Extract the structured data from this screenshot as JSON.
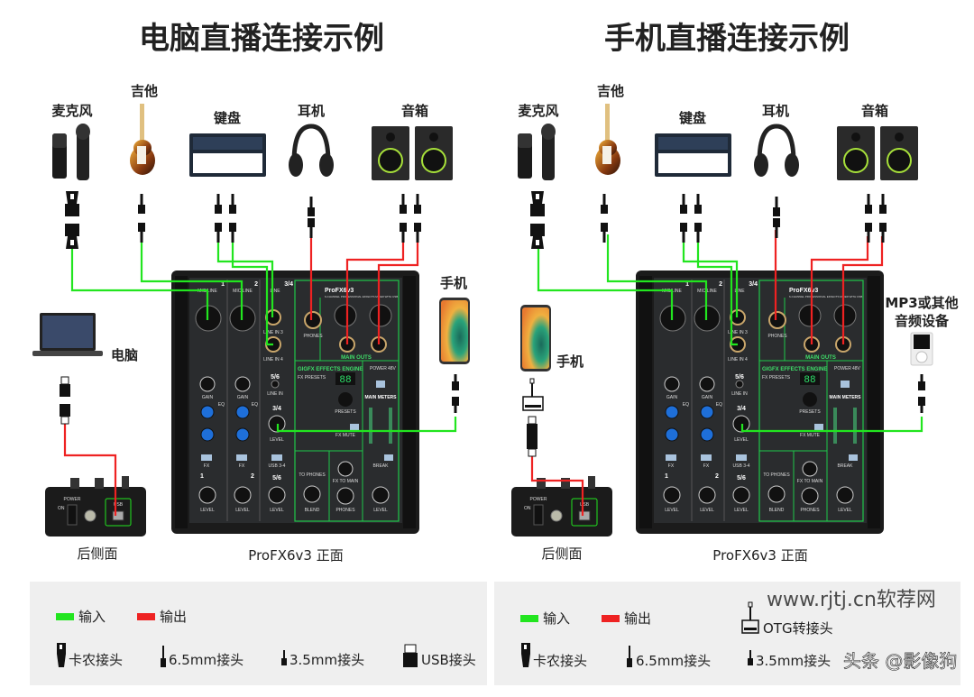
{
  "left": {
    "title": "电脑直播连接示例",
    "mic": "麦克风",
    "guitar": "吉他",
    "keyboard": "键盘",
    "headphones": "耳机",
    "speakers": "音箱",
    "computer": "电脑",
    "phone": "手机",
    "rear": "后侧面",
    "caption": "ProFX6v3 正面"
  },
  "right": {
    "title": "手机直播连接示例",
    "mic": "麦克风",
    "guitar": "吉他",
    "keyboard": "键盘",
    "headphones": "耳机",
    "speakers": "音箱",
    "phone": "手机",
    "mp3_line1": "MP3或其他",
    "mp3_line2": "音频设备",
    "rear": "后侧面",
    "caption": "ProFX6v3 正面"
  },
  "legend_left": {
    "input": "输入",
    "output": "输出",
    "xlr": "卡农接头",
    "jack65": "6.5mm接头",
    "jack35": "3.5mm接头",
    "usb": "USB接头"
  },
  "legend_right": {
    "input": "输入",
    "output": "输出",
    "otg": "OTG转接头",
    "xlr": "卡农接头",
    "jack65": "6.5mm接头",
    "jack35": "3.5mm接头"
  },
  "mixer": {
    "brand": "ProFX6v3",
    "subtitle": "6-CHANNEL PROFESSIONAL EFFECTS MIXER WITH USB",
    "ch1": "1",
    "ch2": "2",
    "ch34": "3/4",
    "ch56": "5/6",
    "mic_line": "MIC/LINE",
    "line": "LINE",
    "line_in_3": "LINE IN 3",
    "line_in_4": "LINE IN 4",
    "line_in": "LINE IN",
    "phones": "PHONES",
    "main_outs": "MAIN OUTS",
    "gigfx": "GIGFX EFFECTS ENGINE",
    "fx_presets": "FX PRESETS",
    "presets": "PRESETS",
    "fx_mute": "FX MUTE",
    "display": "88",
    "power": "POWER",
    "v48": "48V",
    "main_meters": "MAIN METERS",
    "gain": "GAIN",
    "eq": "EQ",
    "fx": "FX",
    "usb34": "USB 3-4",
    "level": "LEVEL",
    "to_phones": "TO PHONES",
    "fx_to_main": "FX TO MAIN",
    "blend": "BLEND",
    "break": "BREAK"
  },
  "rear_panel": {
    "power": "POWER",
    "on": "ON",
    "usb": "USB"
  },
  "watermark": {
    "site": "www.rjtj.cn软荐网",
    "author": "头条 @影像狗"
  },
  "colors": {
    "input": "#22e51f",
    "output": "#ee2222",
    "panel_accent": "#1fc74a"
  }
}
